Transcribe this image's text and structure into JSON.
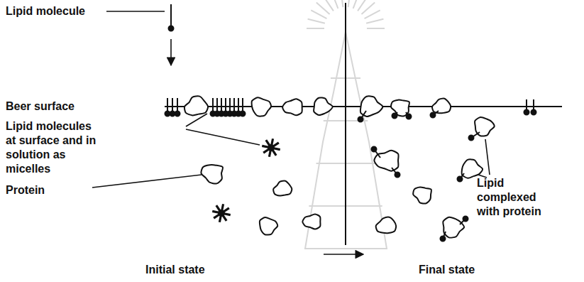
{
  "diagram": {
    "labels": [
      "Lipid molecule",
      "Beer surface",
      "Lipid molecules at surface and in solution as micelles",
      "Protein",
      "Lipid complexed with protein",
      "Initial state",
      "Final state"
    ]
  }
}
